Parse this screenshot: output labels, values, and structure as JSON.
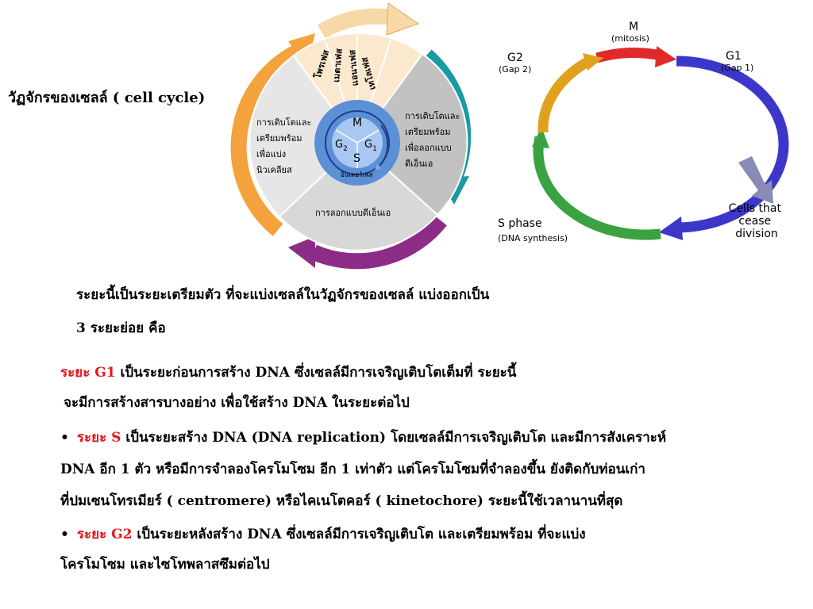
{
  "title": "วัฏจักรของเซลล์ ( cell cycle)",
  "left_diagram": {
    "center": {
      "m": "M",
      "g1": "G",
      "g1_sub": "1",
      "s": "S",
      "g2": "G",
      "g2_sub": "2",
      "interphase": "อินเตอร์เฟส"
    },
    "phases": [
      "โพรเฟส",
      "เมตาเฟส",
      "แอนาเฟส",
      "เทโลเฟส"
    ],
    "g1_text": [
      "การเติบโตและ",
      "เตรียมพร้อม",
      "เพื่อลอกแบบ",
      "ดีเอ็นเอ"
    ],
    "s_text": "การลอกแบบดีเอ็นเอ",
    "g2_text": [
      "การเติบโตและ",
      "เตรียมพร้อม",
      "เพื่อแบ่ง",
      "นิวเคลียส"
    ]
  },
  "right_diagram": {
    "m_label": "M",
    "m_sub": "(mitosis)",
    "g1_label": "G1",
    "g1_sub": "(Gap 1)",
    "g2_label": "G2",
    "g2_sub": "(Gap 2)",
    "s_label": "S phase",
    "s_sub": "(DNA synthesis)",
    "exit_label": [
      "Cells that",
      "cease",
      "division"
    ]
  },
  "intro": {
    "line1": "ระยะนี้เป็นระยะเตรียมตัว ที่จะแบ่งเซลล์ในวัฏจักรของเซลล์ แบ่งออกเป็น",
    "line2": "3 ระยะย่อย คือ"
  },
  "g1_para": {
    "label": "ระยะ G1",
    "text1": " เป็นระยะก่อนการสร้าง DNA ซึ่งเซลล์มีการเจริญเติบโตเต็มที่ ระยะนี้",
    "text2": "จะมีการสร้างสารบางอย่าง เพื่อใช้สร้าง DNA ในระยะต่อไป"
  },
  "s_para": {
    "bullet": "•",
    "label": "ระยะ S",
    "text1": " เป็นระยะสร้าง DNA (DNA replication) โดยเซลล์มีการเจริญเติบโต และมีการสังเคราะห์",
    "text2": "DNA อีก 1 ตัว หรือมีการจำลองโครโมโซม อีก 1 เท่าตัว แต่โครโมโซมที่จำลองขึ้น ยังติดกับท่อนเก่า",
    "text3": "ที่ปมเซนโทรเมียร์ ( centromere) หรือไคเนโตคอร์ ( kinetochore) ระยะนี้ใช้เวลานานที่สุด"
  },
  "g2_para": {
    "bullet": "•",
    "label": "ระยะ G2",
    "text1": " เป็นระยะหลังสร้าง DNA ซึ่งเซลล์มีการเจริญเติบโต และเตรียมพร้อม ที่จะแบ่ง",
    "text2": "โครโมโซม และไซโทพลาสซึมต่อไป"
  },
  "colors": {
    "red_label": "#e8151b",
    "m_arc": "#e02a2a",
    "g1_arc": "#3d37c9",
    "s_arc": "#3aa240",
    "g2_arc": "#e0a21e",
    "exit_arrow": "#8a8ab8",
    "center_blue": "#5b8fd6",
    "teal": "#1a9aa4",
    "purple": "#8b2d86",
    "orange": "#f4a23e",
    "peach": "#f7d9a8",
    "gray": "#c9c9c9"
  }
}
